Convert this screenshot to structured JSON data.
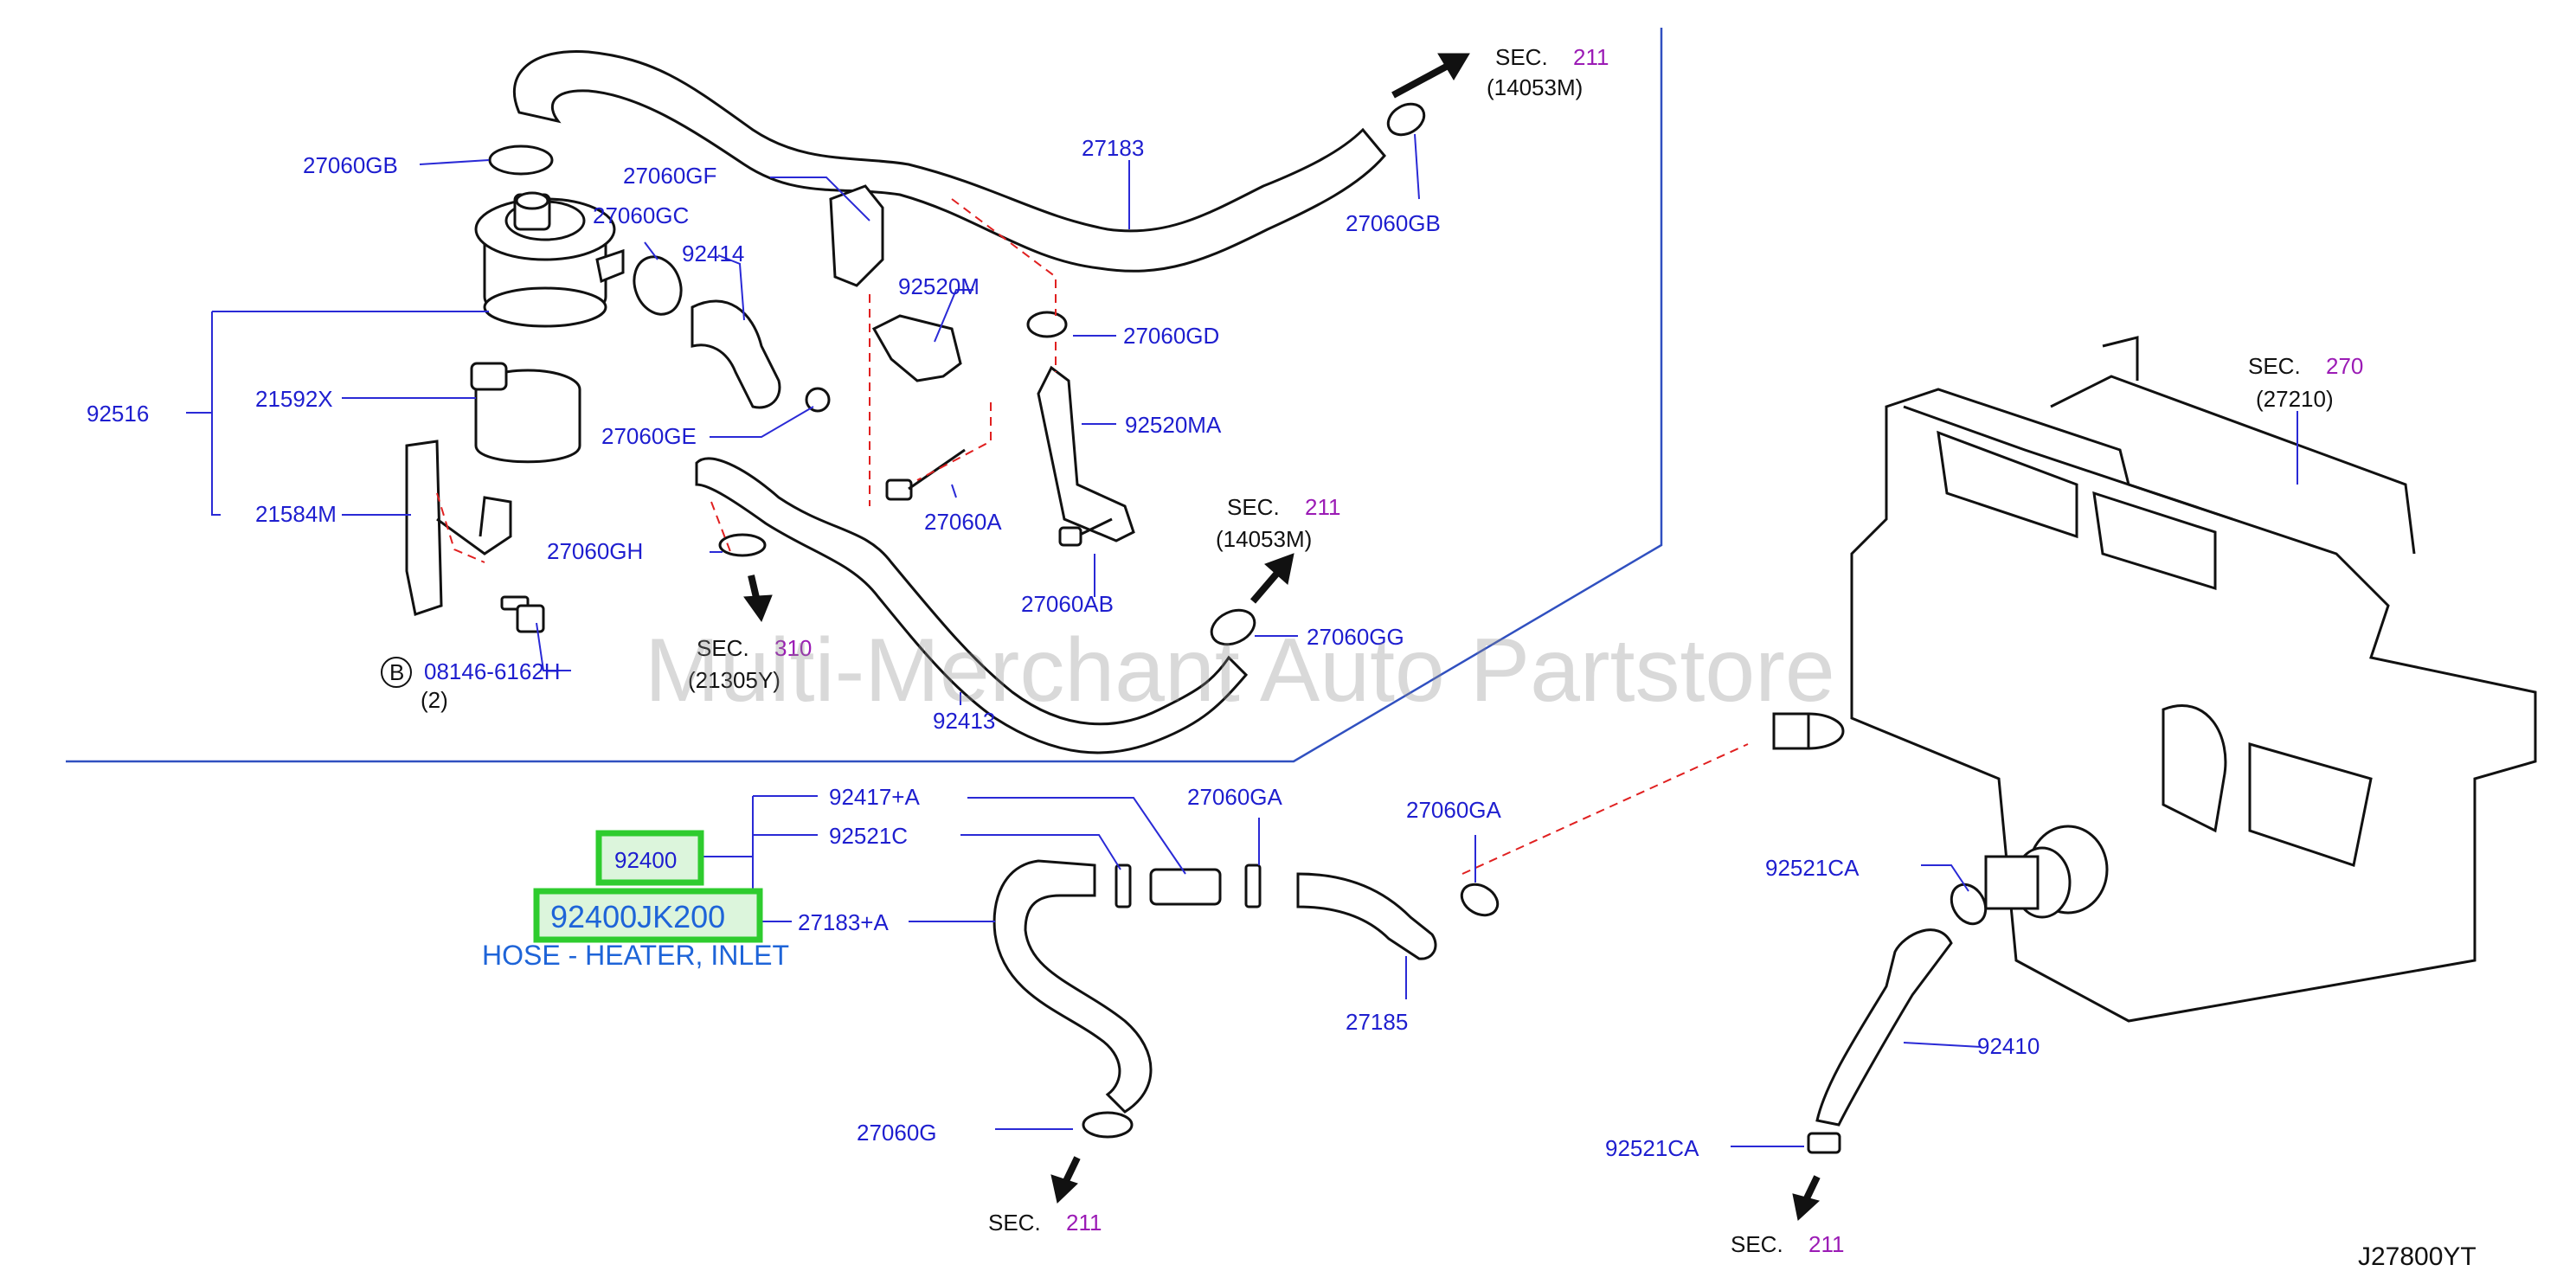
{
  "colors": {
    "part_label": "#1e1ecf",
    "sec_text": "#111111",
    "sec_ref": "#9b1bb5",
    "line": "#2a2ad6",
    "red_dash": "#e02020",
    "frame": "#3050c0",
    "highlight": "#2ecc2e",
    "selected_label": "#1e64d8",
    "watermark": "#8a8a8a"
  },
  "parts": [
    {
      "id": "p27060GB_a",
      "label": "27060GB"
    },
    {
      "id": "p27060GF",
      "label": "27060GF"
    },
    {
      "id": "p27060GC",
      "label": "27060GC"
    },
    {
      "id": "p92414",
      "label": "92414"
    },
    {
      "id": "p92516",
      "label": "92516"
    },
    {
      "id": "p21592X",
      "label": "21592X"
    },
    {
      "id": "p21584M",
      "label": "21584M"
    },
    {
      "id": "p27060GE",
      "label": "27060GE"
    },
    {
      "id": "p27060GH",
      "label": "27060GH"
    },
    {
      "id": "p08146",
      "label": "08146-6162H"
    },
    {
      "id": "p27183",
      "label": "27183"
    },
    {
      "id": "p27060GB_b",
      "label": "27060GB"
    },
    {
      "id": "p92520M",
      "label": "92520M"
    },
    {
      "id": "p27060GD",
      "label": "27060GD"
    },
    {
      "id": "p92520MA",
      "label": "92520MA"
    },
    {
      "id": "p27060A",
      "label": "27060A"
    },
    {
      "id": "p27060AB",
      "label": "27060AB"
    },
    {
      "id": "p27060GG",
      "label": "27060GG"
    },
    {
      "id": "p92413",
      "label": "92413"
    },
    {
      "id": "p92417",
      "label": "92417+A"
    },
    {
      "id": "p92521C",
      "label": "92521C"
    },
    {
      "id": "p27183A",
      "label": "27183+A"
    },
    {
      "id": "p27060GA_a",
      "label": "27060GA"
    },
    {
      "id": "p27060GA_b",
      "label": "27060GA"
    },
    {
      "id": "p27185",
      "label": "27185"
    },
    {
      "id": "p27060G",
      "label": "27060G"
    },
    {
      "id": "p92521CA_a",
      "label": "92521CA"
    },
    {
      "id": "p92410",
      "label": "92410"
    },
    {
      "id": "p92521CA_b",
      "label": "92521CA"
    }
  ],
  "sections": [
    {
      "id": "s1",
      "word": "SEC.",
      "num": "211",
      "sub": "(14053M)"
    },
    {
      "id": "s2",
      "word": "SEC.",
      "num": "211",
      "sub": "(14053M)"
    },
    {
      "id": "s3",
      "word": "SEC.",
      "num": "310",
      "sub": "(21305Y)"
    },
    {
      "id": "s4",
      "word": "SEC.",
      "num": "270",
      "sub": "(27210)"
    },
    {
      "id": "s5",
      "word": "SEC.",
      "num": "211",
      "sub": ""
    },
    {
      "id": "s6",
      "word": "SEC.",
      "num": "211",
      "sub": ""
    }
  ],
  "bolt_marker": {
    "letter": "B",
    "qty": "(2)"
  },
  "selected": {
    "part_no": "92400",
    "full_part_no": "92400JK200",
    "description": "HOSE - HEATER, INLET"
  },
  "diagram_code": "J27800YT",
  "watermark": "Multi-Merchant Auto Partstore"
}
